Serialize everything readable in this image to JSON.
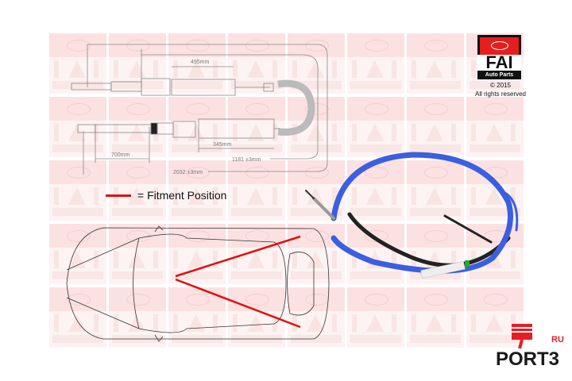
{
  "watermark": {
    "brand": "FAI",
    "sub": "Auto Parts"
  },
  "drawing": {
    "dim_495": "495mm",
    "dim_345": "345mm",
    "dim_700": "700mm",
    "dim_1181": "1181 ±3mm",
    "dim_2032": "2032 ±3mm"
  },
  "legend": {
    "label": "= Fitment Position",
    "color": "#e01010"
  },
  "logo": {
    "brand": "FAI",
    "sub": "Auto Parts",
    "copyright": "© 2015",
    "rights": "All rights reserved"
  },
  "port3": {
    "text": "PORT3",
    "ru": "RU",
    "color": "#e41e26"
  },
  "cable_color": "#3a5fe0"
}
